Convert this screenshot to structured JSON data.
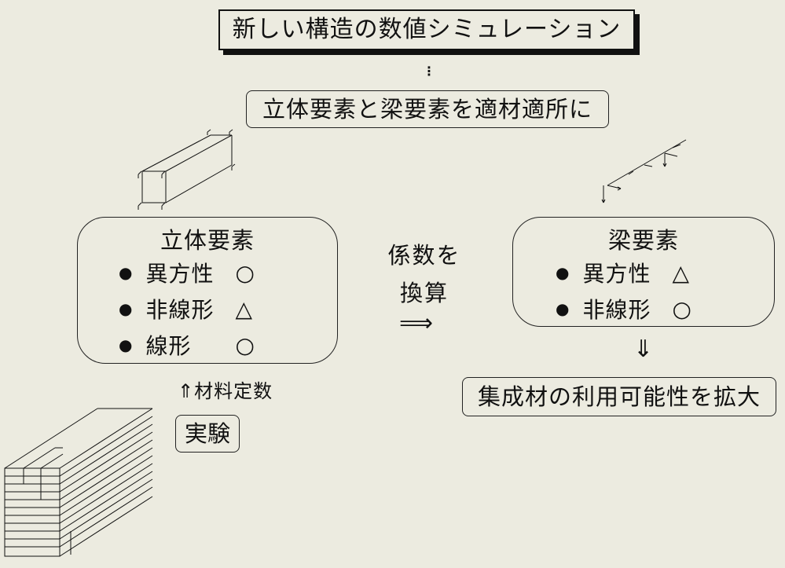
{
  "title": "新しい構造の数値シミュレーション",
  "dots": "⋮",
  "subtitle": "立体要素と梁要素を適材適所に",
  "left_box": {
    "title": "立体要素",
    "items": [
      {
        "bullet": "●",
        "label": "異方性",
        "mark": "○"
      },
      {
        "bullet": "●",
        "label": "非線形",
        "mark": "△"
      },
      {
        "bullet": "●",
        "label": "線形",
        "mark": "○"
      }
    ]
  },
  "middle": {
    "line1": "係数を",
    "line2": "換算",
    "arrow": "⟹"
  },
  "right_box": {
    "title": "梁要素",
    "items": [
      {
        "bullet": "●",
        "label": "異方性",
        "mark": "△"
      },
      {
        "bullet": "●",
        "label": "非線形",
        "mark": "○"
      }
    ]
  },
  "down_arrow": "⇓",
  "result": "集成材の利用可能性を拡大",
  "material": "⇑材料定数",
  "experiment": "実験"
}
